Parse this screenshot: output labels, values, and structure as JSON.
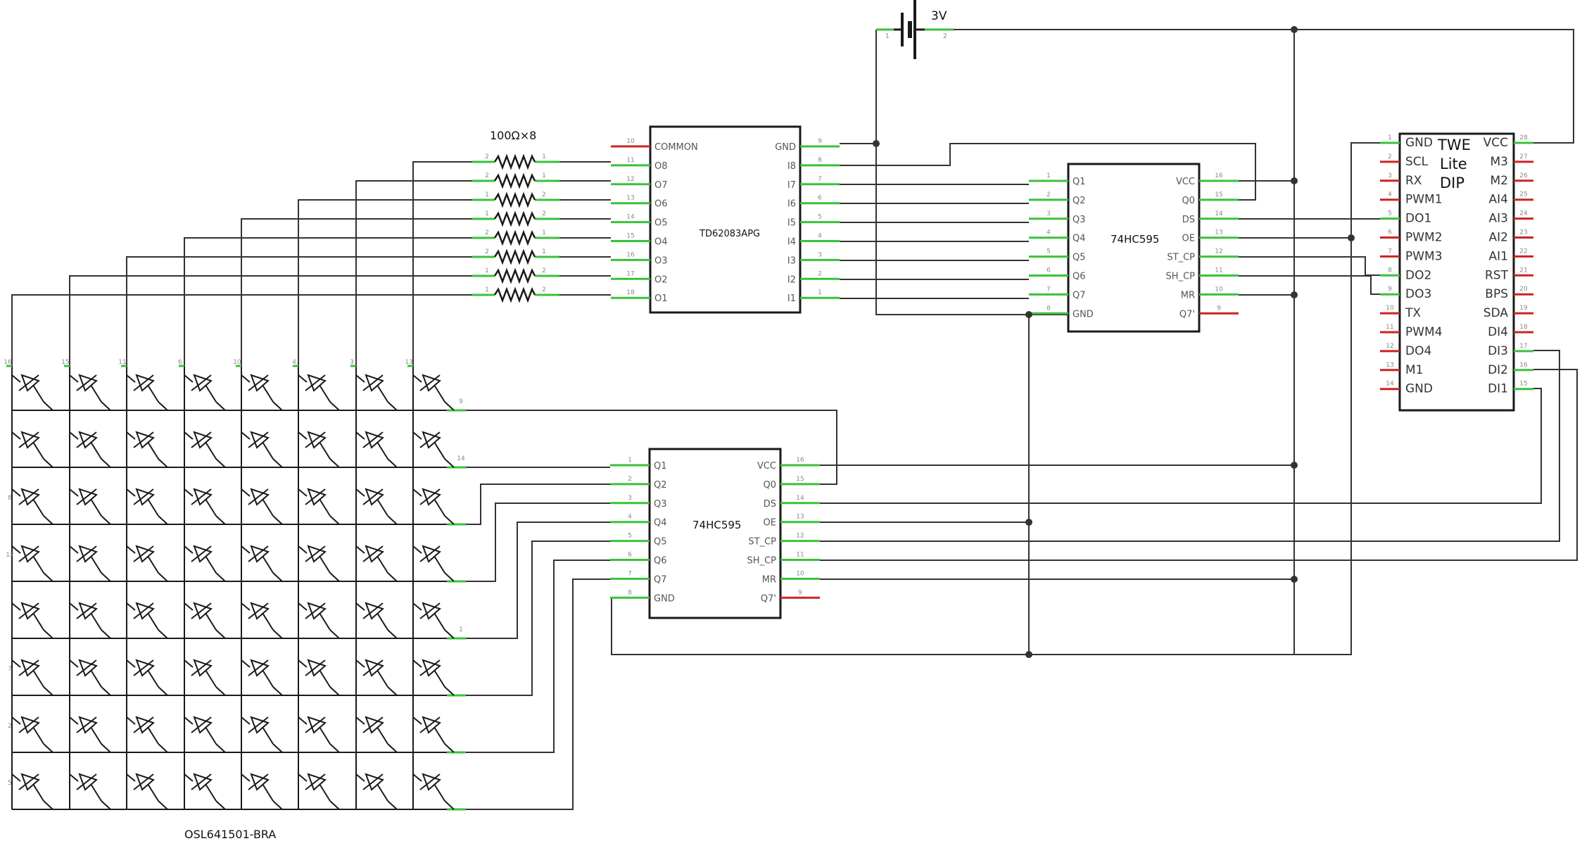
{
  "colors": {
    "wire": "#333333",
    "body": "#1a1a1a",
    "pin_connected": "#39c239",
    "pin_unconnected": "#cc2222",
    "pin_label": "#555555",
    "pin_number": "#888888"
  },
  "battery": {
    "label": "3V",
    "pin1": "1",
    "pin2": "2"
  },
  "resistors": {
    "label": "100Ω×8",
    "rows": [
      {
        "left": "2",
        "right": "1"
      },
      {
        "left": "2",
        "right": "1"
      },
      {
        "left": "1",
        "right": "2"
      },
      {
        "left": "1",
        "right": "2"
      },
      {
        "left": "2",
        "right": "1"
      },
      {
        "left": "2",
        "right": "1"
      },
      {
        "left": "1",
        "right": "2"
      },
      {
        "left": "1",
        "right": "2"
      }
    ]
  },
  "td62083": {
    "name": "TD62083APG",
    "left_pins": [
      {
        "label": "COMMON",
        "num": "10",
        "connected": false
      },
      {
        "label": "O8",
        "num": "11",
        "connected": true
      },
      {
        "label": "O7",
        "num": "12",
        "connected": true
      },
      {
        "label": "O6",
        "num": "13",
        "connected": true
      },
      {
        "label": "O5",
        "num": "14",
        "connected": true
      },
      {
        "label": "O4",
        "num": "15",
        "connected": true
      },
      {
        "label": "O3",
        "num": "16",
        "connected": true
      },
      {
        "label": "O2",
        "num": "17",
        "connected": true
      },
      {
        "label": "O1",
        "num": "18",
        "connected": true
      }
    ],
    "right_pins": [
      {
        "label": "GND",
        "num": "9",
        "connected": true
      },
      {
        "label": "I8",
        "num": "8",
        "connected": true
      },
      {
        "label": "I7",
        "num": "7",
        "connected": true
      },
      {
        "label": "I6",
        "num": "6",
        "connected": true
      },
      {
        "label": "I5",
        "num": "5",
        "connected": true
      },
      {
        "label": "I4",
        "num": "4",
        "connected": true
      },
      {
        "label": "I3",
        "num": "3",
        "connected": true
      },
      {
        "label": "I2",
        "num": "2",
        "connected": true
      },
      {
        "label": "I1",
        "num": "1",
        "connected": true
      }
    ]
  },
  "shift_register_top": {
    "name": "74HC595",
    "left_pins": [
      {
        "label": "Q1",
        "num": "1",
        "connected": true
      },
      {
        "label": "Q2",
        "num": "2",
        "connected": true
      },
      {
        "label": "Q3",
        "num": "3",
        "connected": true
      },
      {
        "label": "Q4",
        "num": "4",
        "connected": true
      },
      {
        "label": "Q5",
        "num": "5",
        "connected": true
      },
      {
        "label": "Q6",
        "num": "6",
        "connected": true
      },
      {
        "label": "Q7",
        "num": "7",
        "connected": true
      },
      {
        "label": "GND",
        "num": "8",
        "connected": true
      }
    ],
    "right_pins": [
      {
        "label": "VCC",
        "num": "16",
        "connected": true
      },
      {
        "label": "Q0",
        "num": "15",
        "connected": true
      },
      {
        "label": "DS",
        "num": "14",
        "connected": true
      },
      {
        "label": "OE",
        "num": "13",
        "connected": true
      },
      {
        "label": "ST_CP",
        "num": "12",
        "connected": true
      },
      {
        "label": "SH_CP",
        "num": "11",
        "connected": true
      },
      {
        "label": "MR",
        "num": "10",
        "connected": true
      },
      {
        "label": "Q7'",
        "num": "9",
        "connected": false
      }
    ]
  },
  "shift_register_bottom": {
    "name": "74HC595",
    "left_pins": [
      {
        "label": "Q1",
        "num": "1",
        "connected": true
      },
      {
        "label": "Q2",
        "num": "2",
        "connected": true
      },
      {
        "label": "Q3",
        "num": "3",
        "connected": true
      },
      {
        "label": "Q4",
        "num": "4",
        "connected": true
      },
      {
        "label": "Q5",
        "num": "5",
        "connected": true
      },
      {
        "label": "Q6",
        "num": "6",
        "connected": true
      },
      {
        "label": "Q7",
        "num": "7",
        "connected": true
      },
      {
        "label": "GND",
        "num": "8",
        "connected": true
      }
    ],
    "right_pins": [
      {
        "label": "VCC",
        "num": "16",
        "connected": true
      },
      {
        "label": "Q0",
        "num": "15",
        "connected": true
      },
      {
        "label": "DS",
        "num": "14",
        "connected": true
      },
      {
        "label": "OE",
        "num": "13",
        "connected": true
      },
      {
        "label": "ST_CP",
        "num": "12",
        "connected": true
      },
      {
        "label": "SH_CP",
        "num": "11",
        "connected": true
      },
      {
        "label": "MR",
        "num": "10",
        "connected": true
      },
      {
        "label": "Q7'",
        "num": "9",
        "connected": false
      }
    ]
  },
  "twelite": {
    "name_lines": [
      "TWE",
      "Lite",
      "DIP"
    ],
    "left_pins": [
      {
        "label": "GND",
        "num": "1",
        "connected": true
      },
      {
        "label": "SCL",
        "num": "2",
        "connected": false
      },
      {
        "label": "RX",
        "num": "3",
        "connected": false
      },
      {
        "label": "PWM1",
        "num": "4",
        "connected": false
      },
      {
        "label": "DO1",
        "num": "5",
        "connected": true
      },
      {
        "label": "PWM2",
        "num": "6",
        "connected": false
      },
      {
        "label": "PWM3",
        "num": "7",
        "connected": false
      },
      {
        "label": "DO2",
        "num": "8",
        "connected": true
      },
      {
        "label": "DO3",
        "num": "9",
        "connected": true
      },
      {
        "label": "TX",
        "num": "10",
        "connected": false
      },
      {
        "label": "PWM4",
        "num": "11",
        "connected": false
      },
      {
        "label": "DO4",
        "num": "12",
        "connected": false
      },
      {
        "label": "M1",
        "num": "13",
        "connected": false
      },
      {
        "label": "GND",
        "num": "14",
        "connected": false
      }
    ],
    "right_pins": [
      {
        "label": "VCC",
        "num": "28",
        "connected": true
      },
      {
        "label": "M3",
        "num": "27",
        "connected": false
      },
      {
        "label": "M2",
        "num": "26",
        "connected": false
      },
      {
        "label": "AI4",
        "num": "25",
        "connected": false
      },
      {
        "label": "AI3",
        "num": "24",
        "connected": false
      },
      {
        "label": "AI2",
        "num": "23",
        "connected": false
      },
      {
        "label": "AI1",
        "num": "22",
        "connected": false
      },
      {
        "label": "RST",
        "num": "21",
        "connected": false
      },
      {
        "label": "BPS",
        "num": "20",
        "connected": false
      },
      {
        "label": "SDA",
        "num": "19",
        "connected": false
      },
      {
        "label": "DI4",
        "num": "18",
        "connected": false
      },
      {
        "label": "DI3",
        "num": "17",
        "connected": true
      },
      {
        "label": "DI2",
        "num": "16",
        "connected": true
      },
      {
        "label": "DI1",
        "num": "15",
        "connected": true
      }
    ]
  },
  "led_matrix": {
    "name": "OSL641501-BRA",
    "column_pins": [
      "16",
      "15",
      "11",
      "6",
      "10",
      "4",
      "3",
      "13"
    ],
    "row_pins": [
      "9",
      "14",
      "8",
      "12",
      "1",
      "7",
      "2",
      "5"
    ]
  }
}
